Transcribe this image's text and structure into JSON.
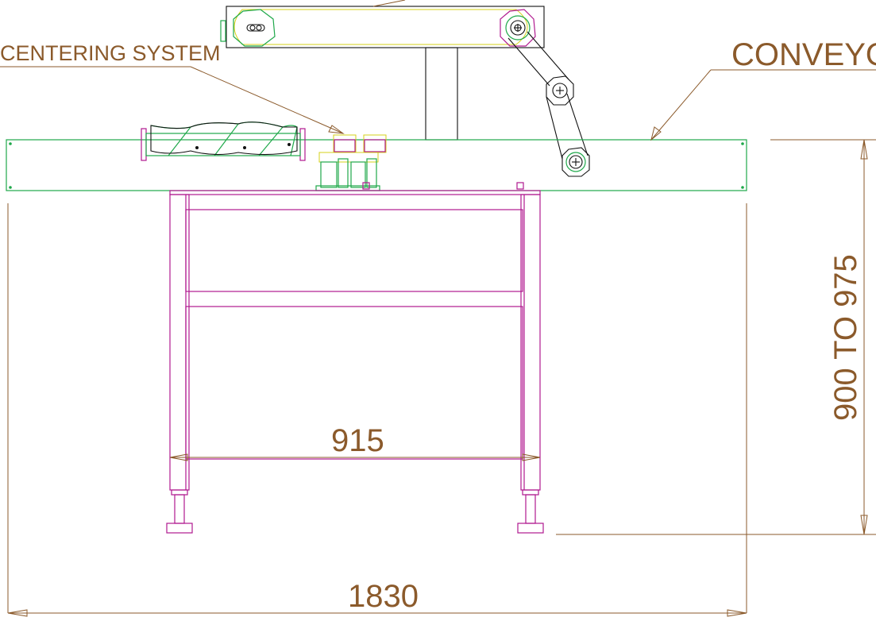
{
  "labels": {
    "centering_system": "CENTERING SYSTEM",
    "conveyor": "CONVEYOR"
  },
  "dimensions": {
    "frame_width": "915",
    "overall_width": "1830",
    "height": "900 TO 975"
  },
  "colors": {
    "annotation": "#8b5a2b",
    "frame": "#b0198f",
    "conveyor": "#1fa84a",
    "guide": "#d6d21a",
    "mechanism": "#111111"
  }
}
